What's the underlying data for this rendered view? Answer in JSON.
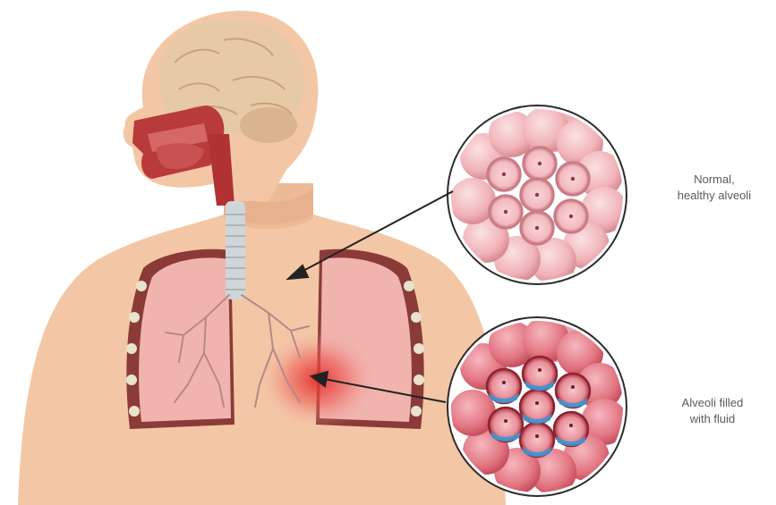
{
  "labels": {
    "normal_line1": "Normal,",
    "normal_line2": "healthy alveoli",
    "fluid_line1": "Alveoli filled",
    "fluid_line2": "with fluid"
  },
  "colors": {
    "skin": "#f3c7a5",
    "skin_shadow": "#e9b08c",
    "brain": "#e7c9a6",
    "lung_fill": "#f1b3ad",
    "lung_inner": "#e89a95",
    "trachea": "#cfd6da",
    "pleura": "#8a3b38",
    "alveoli_pink": "#f1b7bd",
    "alveoli_red": "#e46a78",
    "fluid_blue": "#3c9ad9",
    "infection_red": "#e32b2b",
    "arrow": "#222222",
    "label_text": "#5a5a5a"
  }
}
